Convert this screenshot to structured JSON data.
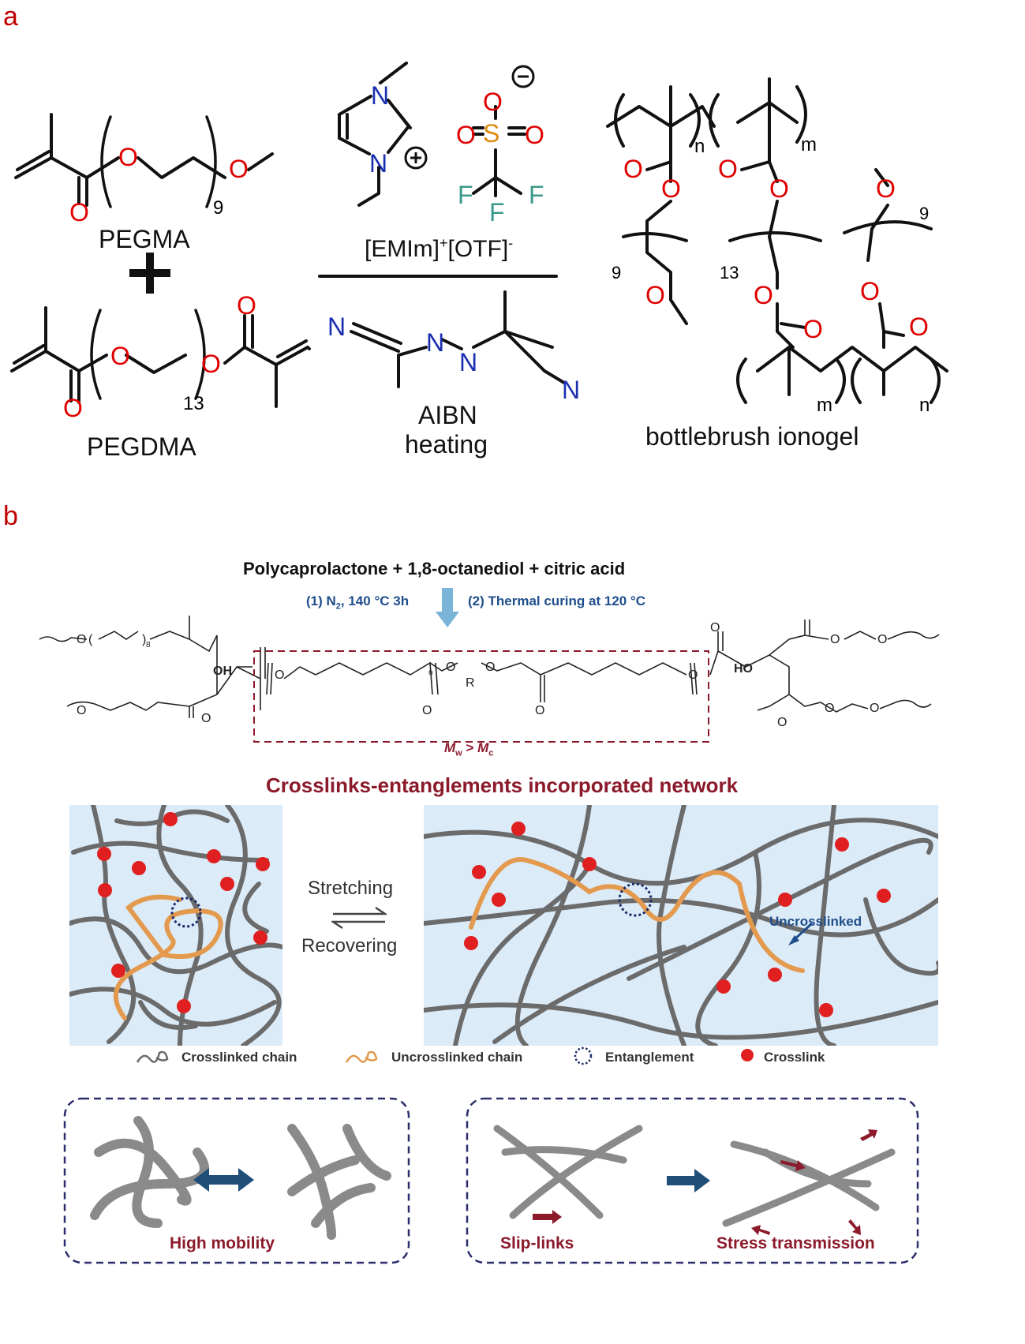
{
  "panel_a": {
    "label": "a",
    "pegma": {
      "name": "PEGMA",
      "repeat": "9"
    },
    "plus": "+",
    "pegdma": {
      "name": "PEGDMA",
      "repeat": "13"
    },
    "ionic_liquid": {
      "name": "[EMIm]",
      "cation_sup": "+",
      "anion": "[OTF]",
      "anion_sup": "-"
    },
    "initiator": {
      "name": "AIBN",
      "condition": "heating"
    },
    "product": {
      "name": "bottlebrush ionogel",
      "n": "n",
      "m": "m",
      "rep9": "9",
      "rep13": "13"
    }
  },
  "panel_b": {
    "label": "b",
    "reactants": "Polycaprolactone + 1,8-octanediol + citric acid",
    "step1": "(1) N",
    "step1_sub": "2",
    "step1_rest": ", 140 °C 3h",
    "step2": "(2) Thermal curing at 120 °C",
    "mw": "M",
    "mw_sub": "w",
    "gt": " > ",
    "mc": "M",
    "mc_sub": "c",
    "network_title": "Crosslinks-entanglements incorporated network",
    "stretching": "Stretching",
    "recovering": "Recovering",
    "uncrosslinked_label": "Uncrosslinked",
    "legend": {
      "crosslinked_chain": "Crosslinked chain",
      "uncrosslinked_chain": "Uncrosslinked chain",
      "entanglement": "Entanglement",
      "crosslink": "Crosslink"
    },
    "box1_label": "High mobility",
    "box2_label_left": "Slip-links",
    "box2_label_right": "Stress transmission"
  },
  "colors": {
    "oxygen": "#e00000",
    "nitrogen": "#1a2fb0",
    "sulfur": "#e08a10",
    "fluorine": "#3a9a8a",
    "maroon": "#8b1a2b",
    "chain_gray": "#6b6b6b",
    "chain_orange": "#e39a4e",
    "crosslink_red": "#e02020",
    "panel_bg": "#dcebf8",
    "arrow_blue": "#1f4e79"
  }
}
